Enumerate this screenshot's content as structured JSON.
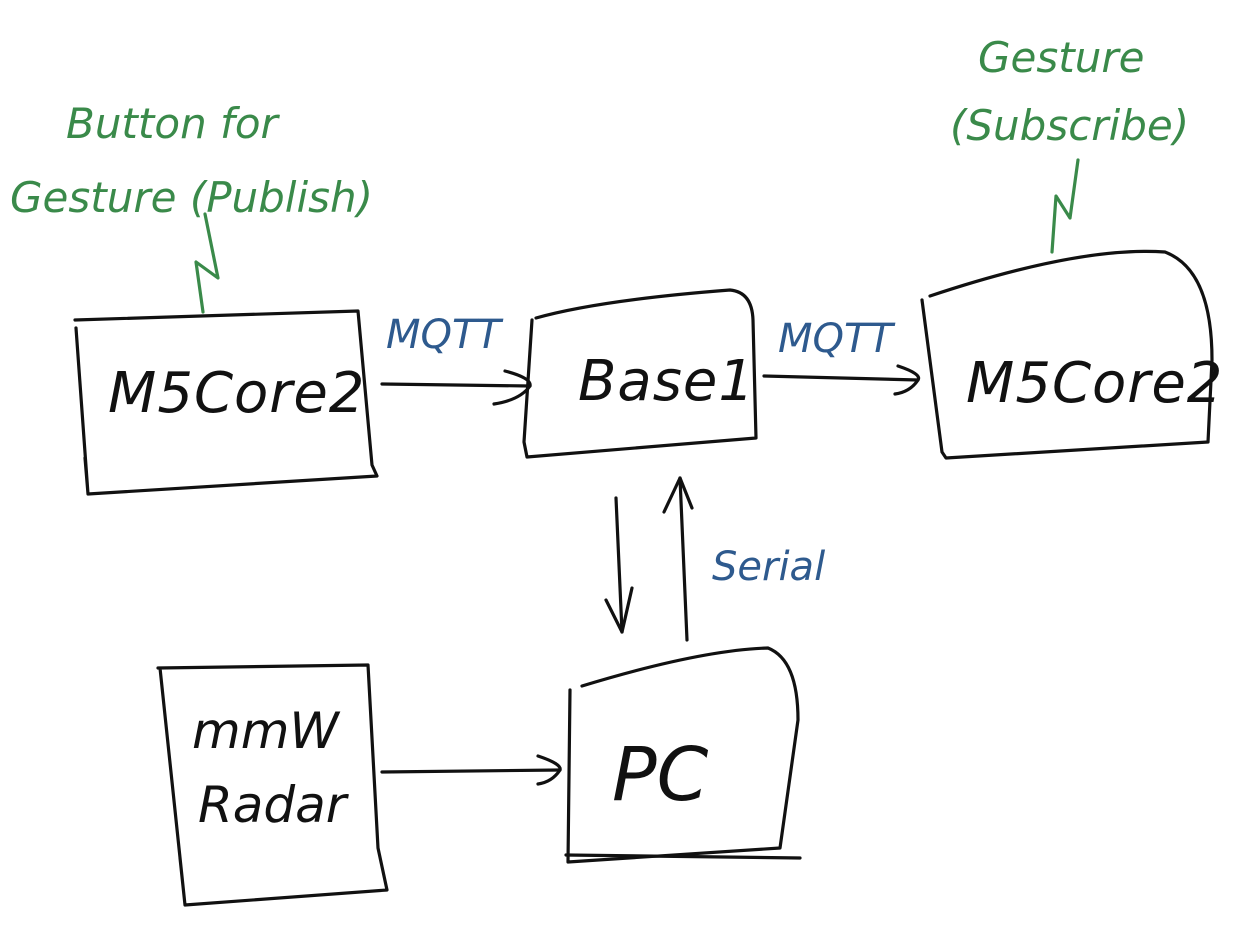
{
  "colors": {
    "ink": "#111111",
    "annotation": "#3a8a4a",
    "edge_label": "#2e5a8e",
    "background": "#ffffff"
  },
  "nodes": {
    "publisher": {
      "label": "M5Core2"
    },
    "broker": {
      "label": "Base1"
    },
    "subscriber": {
      "label": "M5Core2"
    },
    "radar": {
      "line1": "mmW",
      "line2": "Radar"
    },
    "pc": {
      "label": "PC"
    }
  },
  "edges": {
    "publisher_to_broker": {
      "label": "MQTT"
    },
    "broker_to_subscriber": {
      "label": "MQTT"
    },
    "broker_pc": {
      "label": "Serial"
    }
  },
  "annotations": {
    "publisher_note": {
      "line1": "Button for",
      "line2": "Gesture (Publish)"
    },
    "subscriber_note": {
      "line1": "Gesture",
      "line2": "(Subscribe)"
    }
  }
}
